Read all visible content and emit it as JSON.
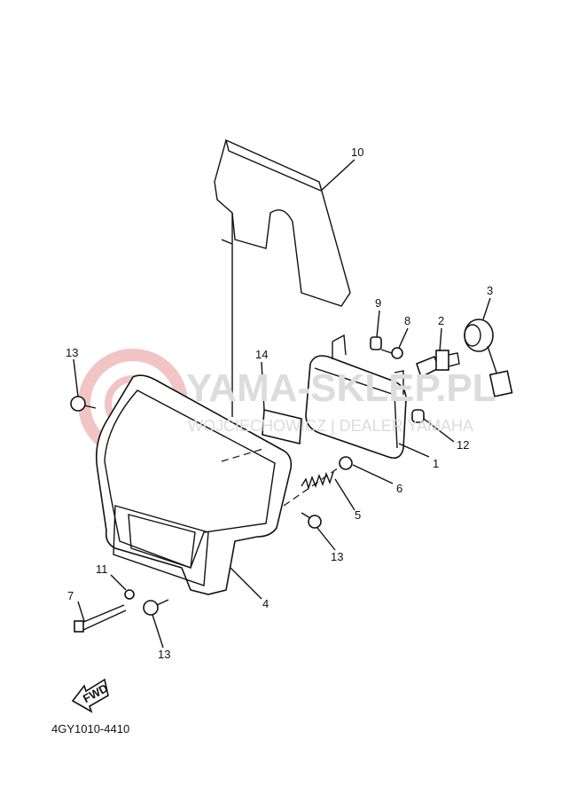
{
  "watermark": {
    "title": "YAMA-SKLEP.PL",
    "subtitle": "WOJCIECHOWICZ | DEALER YAMAHA",
    "logo_color": "#f2c4c4"
  },
  "callouts": {
    "p1": "1",
    "p2": "2",
    "p3": "3",
    "p4": "4",
    "p5": "5",
    "p6": "6",
    "p7": "7",
    "p8": "8",
    "p9": "9",
    "p10": "10",
    "p11": "11",
    "p12": "12",
    "p13a": "13",
    "p13b": "13",
    "p13c": "13",
    "p14": "14"
  },
  "fwd_label": "FWD",
  "diagram_code": "4GY1010-4410"
}
